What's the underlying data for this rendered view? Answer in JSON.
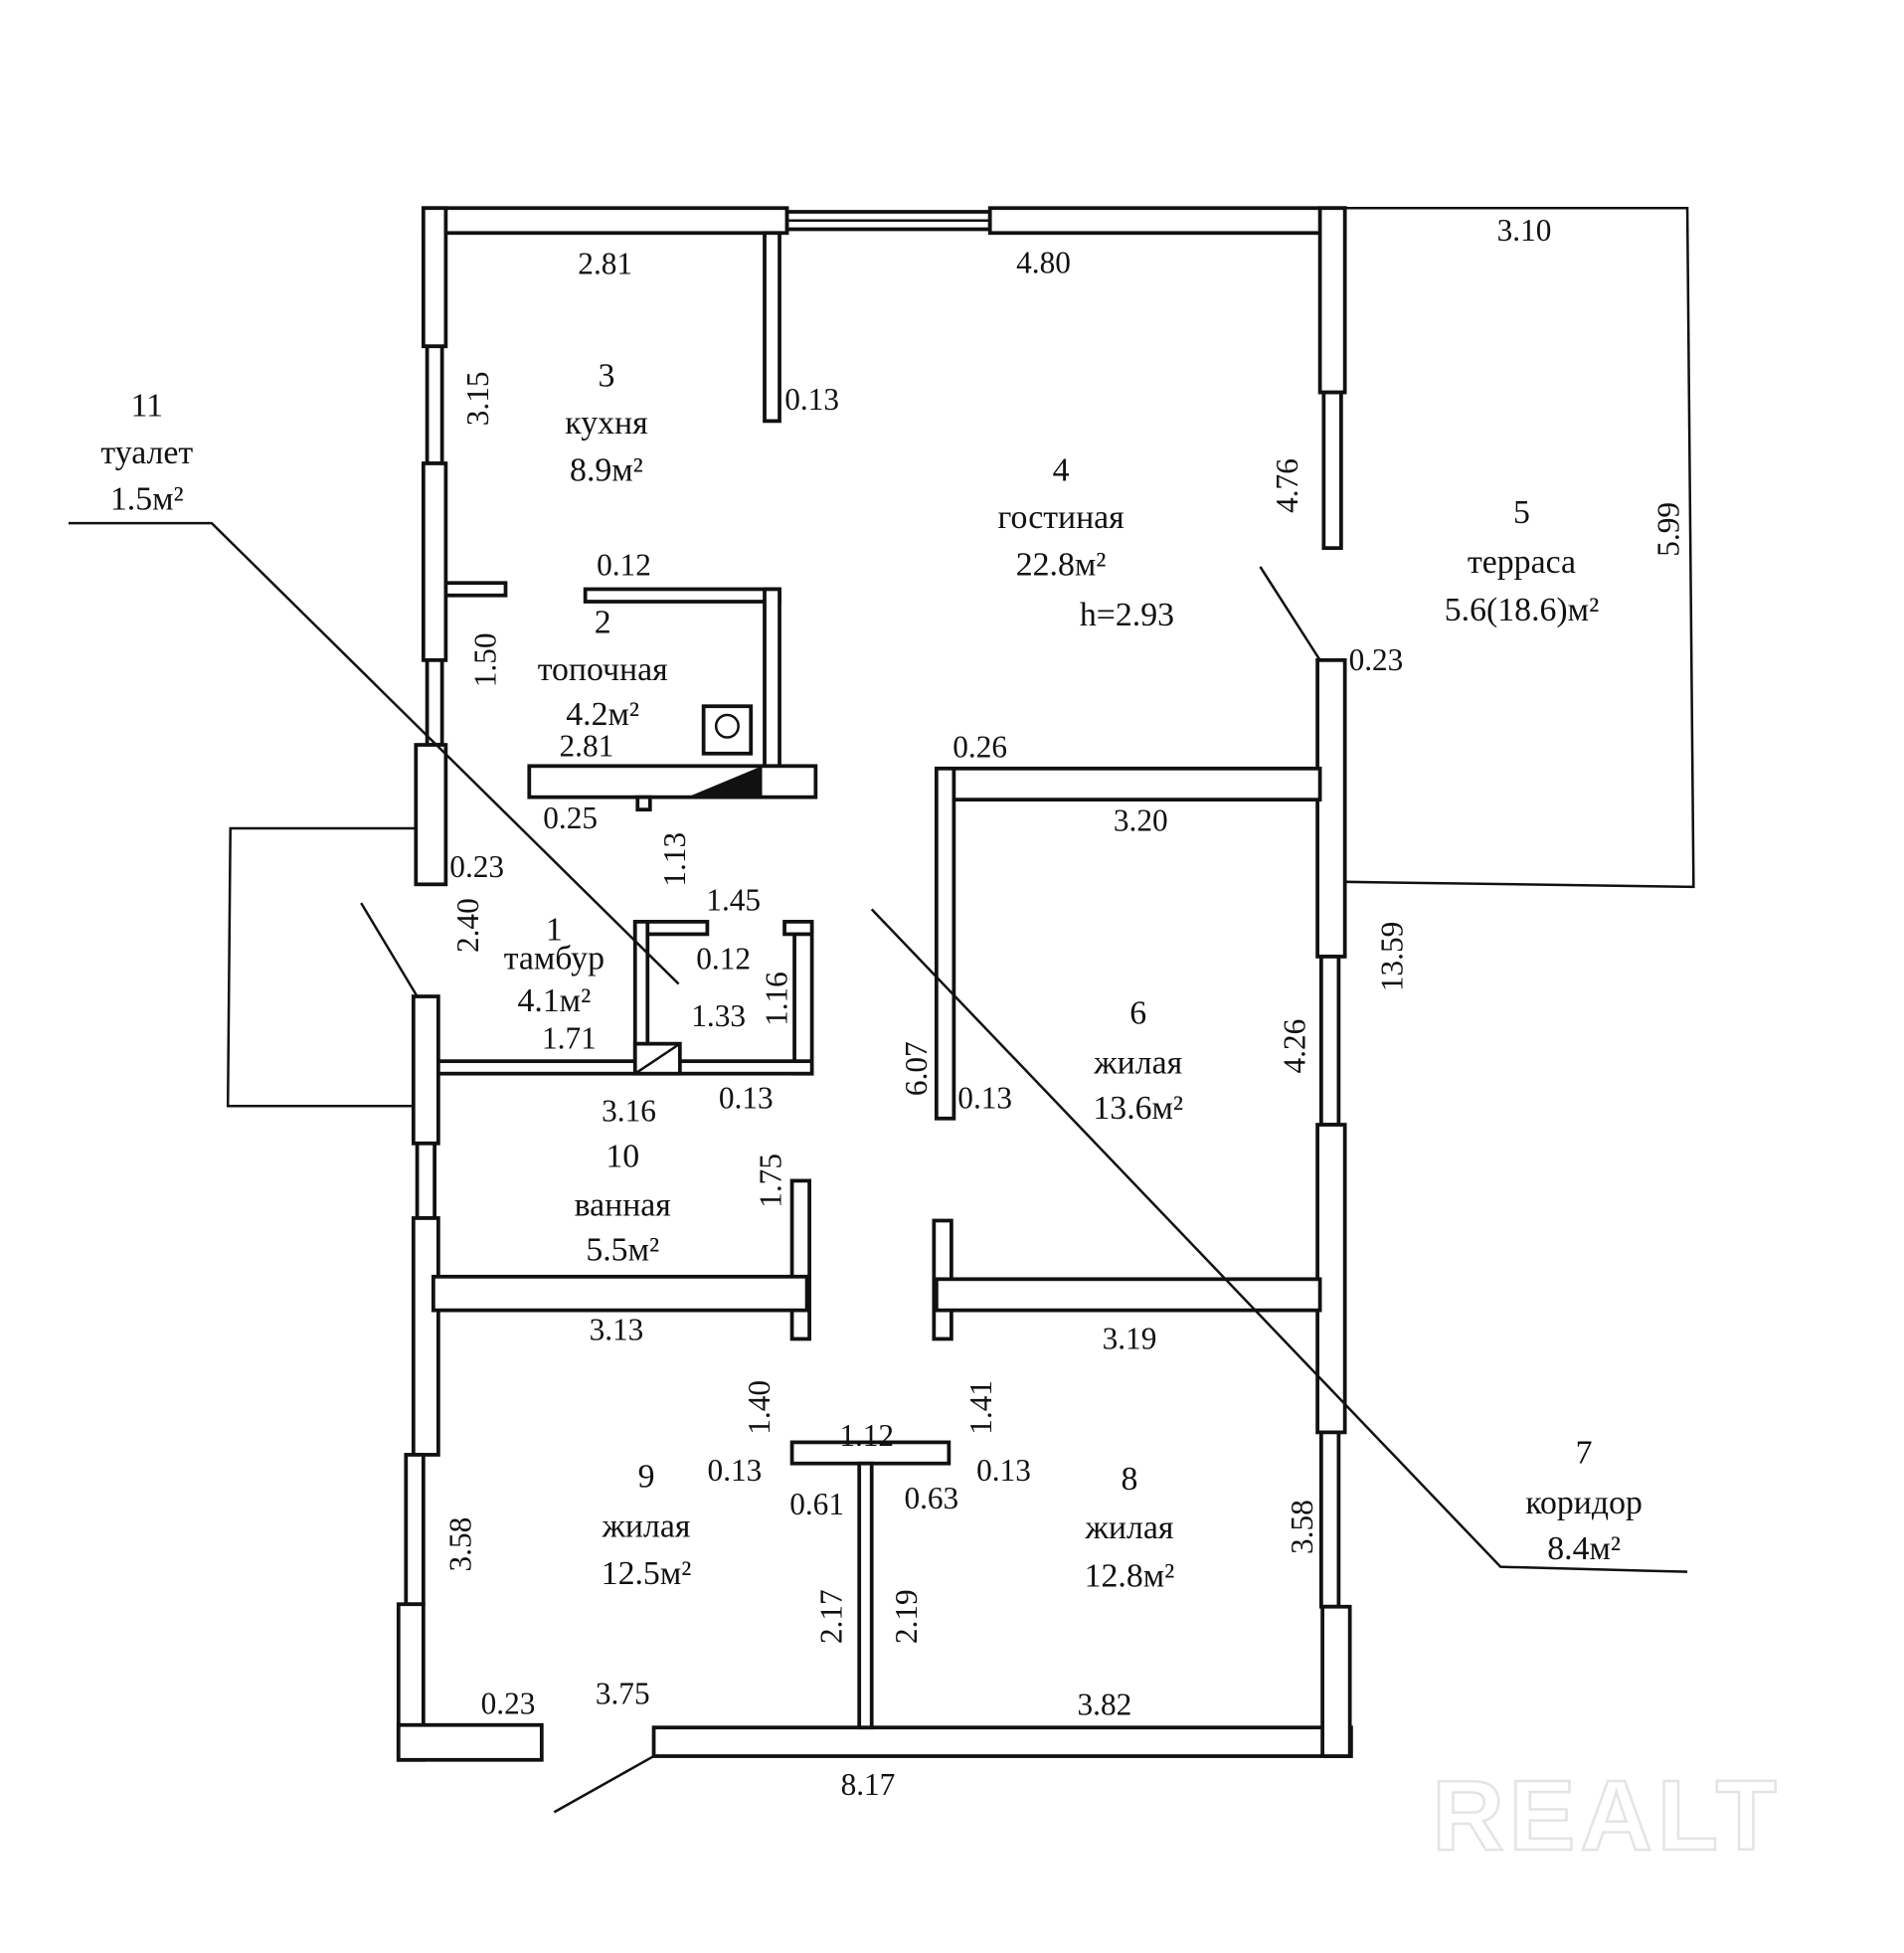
{
  "rooms": [
    {
      "num": "1",
      "name": "тамбур",
      "area": "4.1м²"
    },
    {
      "num": "2",
      "name": "топочная",
      "area": "4.2м²"
    },
    {
      "num": "3",
      "name": "кухня",
      "area": "8.9м²"
    },
    {
      "num": "4",
      "name": "гостиная",
      "area": "22.8м²",
      "height": "h=2.93"
    },
    {
      "num": "5",
      "name": "терраса",
      "area": "5.6(18.6)м²"
    },
    {
      "num": "6",
      "name": "жилая",
      "area": "13.6м²"
    },
    {
      "num": "7",
      "name": "коридор",
      "area": "8.4м²"
    },
    {
      "num": "8",
      "name": "жилая",
      "area": "12.8м²"
    },
    {
      "num": "9",
      "name": "жилая",
      "area": "12.5м²"
    },
    {
      "num": "10",
      "name": "ванная",
      "area": "5.5м²"
    },
    {
      "num": "11",
      "name": "туалет",
      "area": "1.5м²"
    }
  ],
  "dims": [
    "2.81",
    "4.80",
    "3.10",
    "0.13",
    "3.15",
    "4.76",
    "5.99",
    "0.12",
    "1.50",
    "2.81",
    "0.23",
    "0.26",
    "0.25",
    "3.20",
    "0.23",
    "1.13",
    "1.45",
    "2.40",
    "0.12",
    "1.16",
    "1.33",
    "1.71",
    "13.59",
    "4.26",
    "6.07",
    "0.13",
    "3.16",
    "0.13",
    "1.75",
    "3.13",
    "3.19",
    "1.40",
    "1.41",
    "1.12",
    "0.13",
    "0.13",
    "0.61",
    "0.63",
    "3.58",
    "3.58",
    "2.17",
    "2.19",
    "0.23",
    "3.75",
    "3.82",
    "8.17"
  ],
  "watermark": "REALT"
}
